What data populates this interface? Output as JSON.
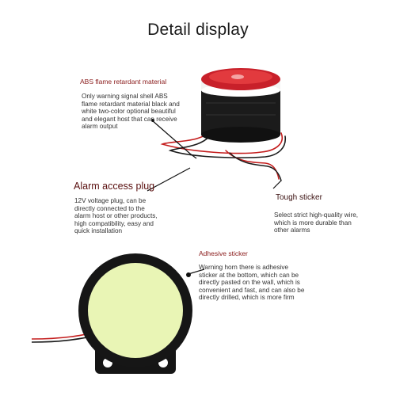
{
  "title": "Detail display",
  "callouts": {
    "abs": {
      "label": "ABS flame retardant material",
      "text": "Only warning signal shell ABS flame retardant material black and white two-color optional beautiful and elegant host that can receive alarm output"
    },
    "plug": {
      "label": "Alarm access plug",
      "text": "12V voltage plug, can be directly connected to the alarm host or other products, high compatibility, easy and quick installation"
    },
    "tough": {
      "label": "Tough sticker",
      "text": "Select strict high-quality wire, which is more durable than other alarms"
    },
    "adhesive": {
      "label": "Adhesive sticker",
      "text": "Warning horn there is adhesive sticker at the bottom, which can be directly pasted on the wall, which is convenient and fast, and can also be directly drilled, which is more firm"
    }
  },
  "colors": {
    "label_red": "#8a1c1c",
    "siren_body": "#1b1b1b",
    "siren_top_red": "#c8202a",
    "sticker": "#e9f5b5",
    "wire_red": "#c41d1d"
  }
}
